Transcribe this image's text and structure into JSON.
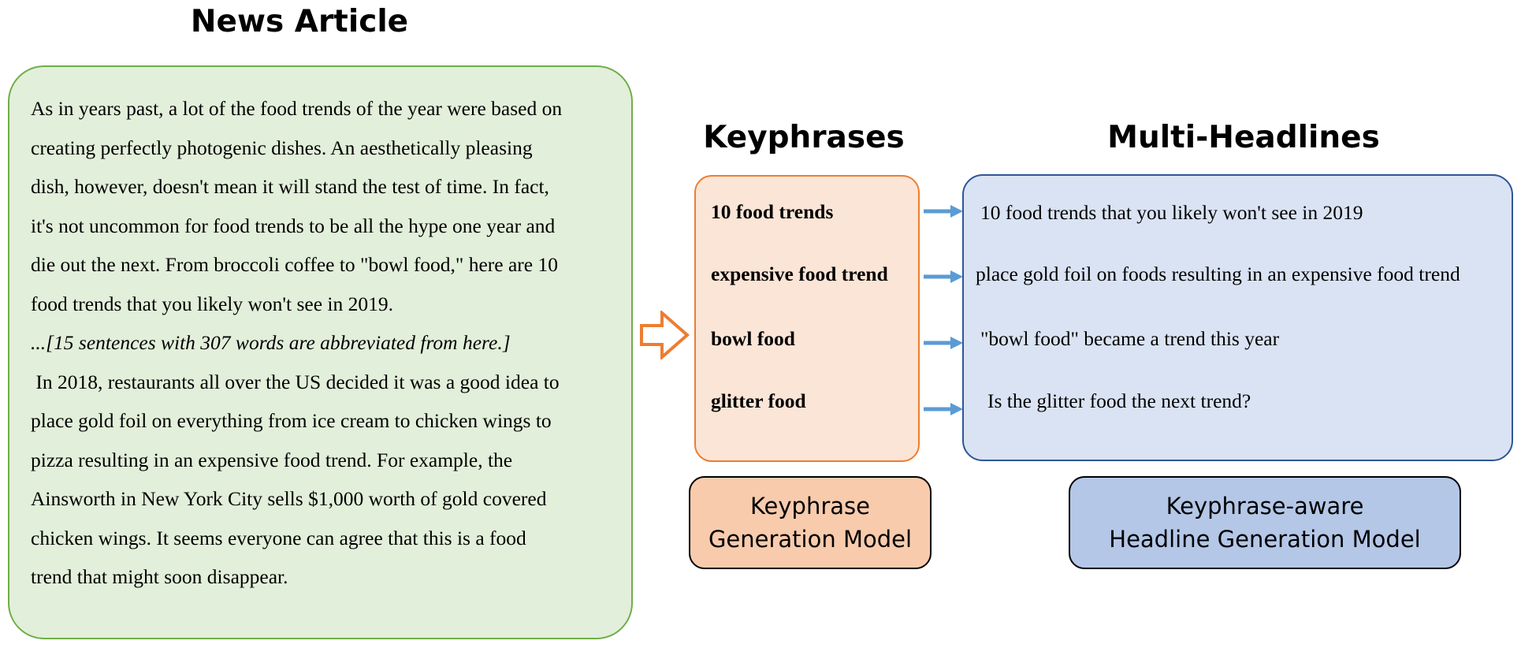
{
  "headings": {
    "article": "News Article",
    "keyphrases": "Keyphrases",
    "headlines": "Multi-Headlines"
  },
  "article": {
    "lines": [
      "As in years past, a lot of the food trends of the year were based on",
      "creating perfectly photogenic dishes. An aesthetically pleasing",
      "dish, however, doesn't mean it will stand the test of time. In fact,",
      "it's not uncommon for food trends to be all the hype one year and",
      "die out the next. From broccoli coffee to \"bowl food,\" here are 10",
      "food trends that you likely won't see in 2019.",
      "...[15 sentences with 307 words are abbreviated from here.]",
      " In 2018, restaurants all over the US decided it was a good idea to",
      "place gold foil on everything from ice cream to chicken wings to",
      "pizza resulting in an expensive food trend. For example, the",
      "Ainsworth in New York City sells $1,000 worth of gold covered",
      "chicken wings. It seems everyone can agree that this is a food",
      "trend that might soon disappear."
    ]
  },
  "keyphrases": [
    "10 food trends",
    "expensive food trend",
    "bowl food",
    "glitter food"
  ],
  "headlines": [
    "10 food trends that you likely won't see in 2019",
    "place gold foil on foods resulting in an expensive food trend",
    "\"bowl food\" became a trend this year",
    "Is the glitter food the next trend?"
  ],
  "models": {
    "keyphrase_model": [
      "Keyphrase",
      "Generation Model"
    ],
    "headline_model": [
      "Keyphrase-aware",
      "Headline Generation Model"
    ]
  },
  "colors": {
    "article_fill": "#e2efda",
    "article_border": "#70ad47",
    "keyphrase_fill": "#fbe5d6",
    "keyphrase_border": "#ed7d31",
    "headline_fill": "#dae3f3",
    "headline_border": "#2f5597",
    "keyphrase_model_fill": "#f8cbad",
    "headline_model_fill": "#b4c7e7",
    "big_arrow": "#ed7d31",
    "small_arrow": "#5b9bd5"
  }
}
